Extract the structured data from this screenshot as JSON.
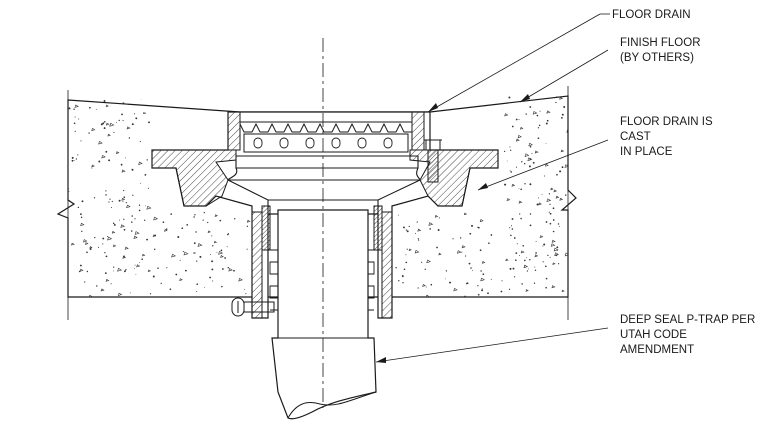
{
  "labels": {
    "floor_drain": "FLOOR DRAIN",
    "finish_floor": [
      "FINISH FLOOR",
      "(BY OTHERS)"
    ],
    "cast_in_place": [
      "FLOOR DRAIN IS",
      "CAST",
      "IN PLACE"
    ],
    "p_trap": [
      "DEEP SEAL P-TRAP PER",
      "UTAH CODE",
      "AMENDMENT"
    ]
  },
  "colors": {
    "line": "#1a1a1a",
    "background": "#ffffff"
  }
}
